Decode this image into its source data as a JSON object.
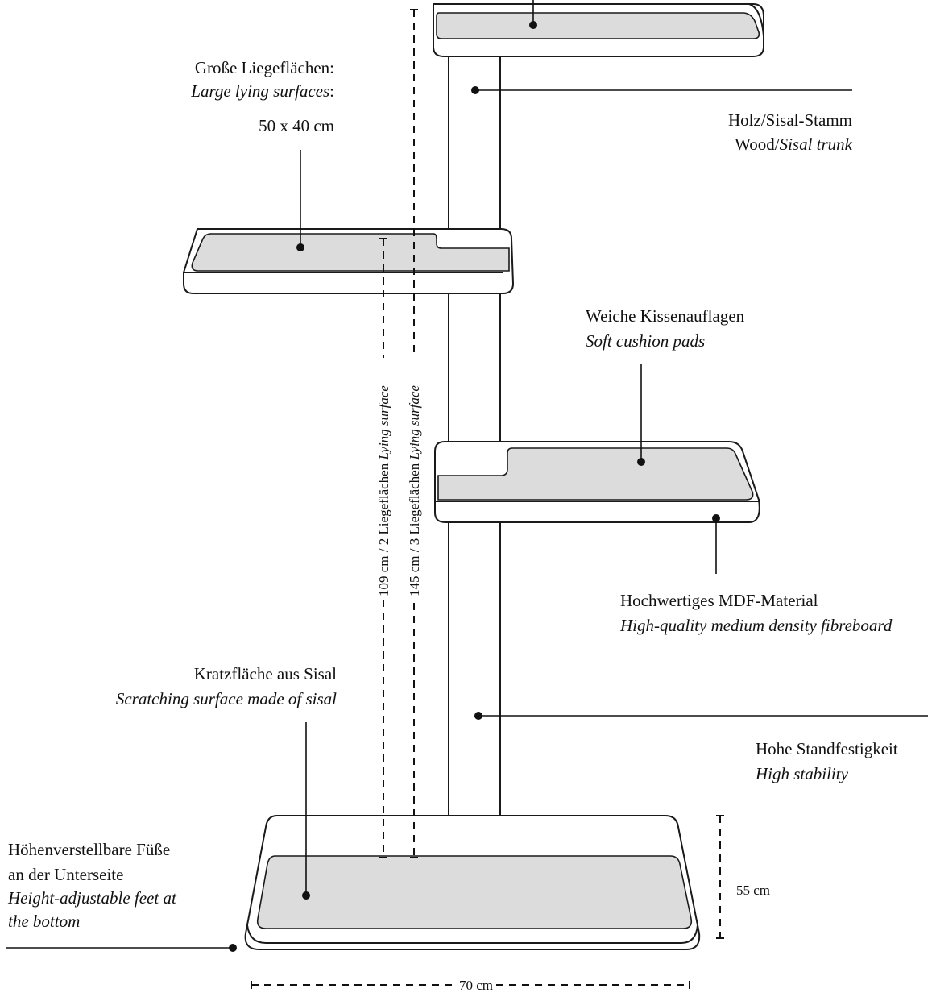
{
  "callouts": {
    "lying_surface": {
      "de": "Große Liegeflächen:",
      "en": "Large lying surfaces",
      "en_suffix": ":",
      "size": "50 x 40 cm"
    },
    "trunk": {
      "de": "Holz/Sisal-Stamm",
      "en_prefix": "Wood/",
      "en": "Sisal trunk"
    },
    "cushion": {
      "de": "Weiche Kissenauflagen",
      "en": "Soft cushion pads"
    },
    "mdf": {
      "de": "Hochwertiges MDF-Material",
      "en": "High-quality medium density fibreboard"
    },
    "sisal_surface": {
      "de": "Kratzfläche aus Sisal",
      "en": "Scratching surface made of sisal"
    },
    "stability": {
      "de": "Hohe Standfestigkeit",
      "en": "High stability"
    },
    "feet": {
      "de_line1": "Höhenverstellbare Füße",
      "de_line2": "an der Unterseite",
      "en_line1": "Height-adjustable feet at",
      "en_line2": "the bottom"
    }
  },
  "dimensions": {
    "height_2_shelves": {
      "value": "109 cm / 2 Liegeflächen ",
      "value_it": "Lying surface"
    },
    "height_3_shelves": {
      "value": "145 cm / 3 Liegeflächen ",
      "value_it": "Lying surface"
    },
    "base_depth": "55 cm",
    "base_width": "70 cm"
  }
}
